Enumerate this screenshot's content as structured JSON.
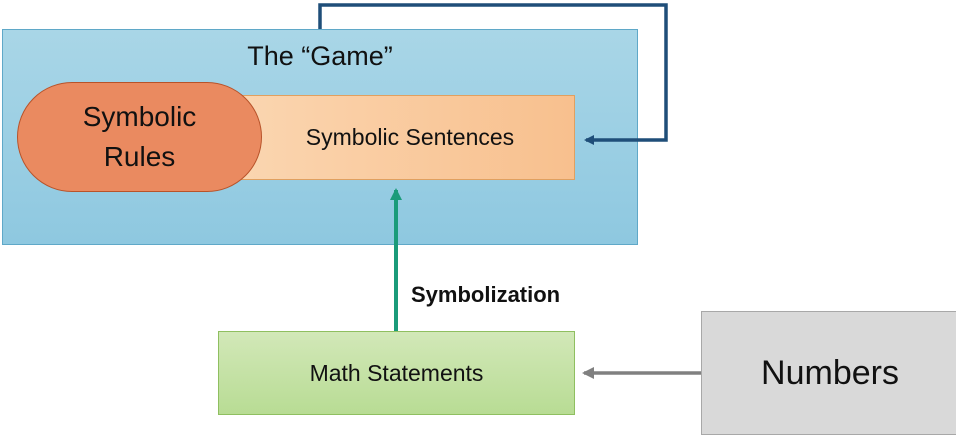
{
  "game": {
    "title": "The “Game”"
  },
  "symbolic_rules": {
    "label": "Symbolic\nRules"
  },
  "symbolic_sentences": {
    "label": "Symbolic Sentences"
  },
  "math_statements": {
    "label": "Math Statements"
  },
  "numbers": {
    "label": "Numbers"
  },
  "arrows": {
    "symbolization_label": "Symbolization"
  },
  "colors": {
    "game_fill": "#9ccfe3",
    "rules_fill": "#ea8a60",
    "sentences_fill": "#f9c99c",
    "math_fill": "#c5e2a6",
    "numbers_fill": "#d9d9d9",
    "loop_arrow": "#1f4e79",
    "symbolization_arrow": "#1a9b7a",
    "numbers_arrow": "#808080"
  }
}
